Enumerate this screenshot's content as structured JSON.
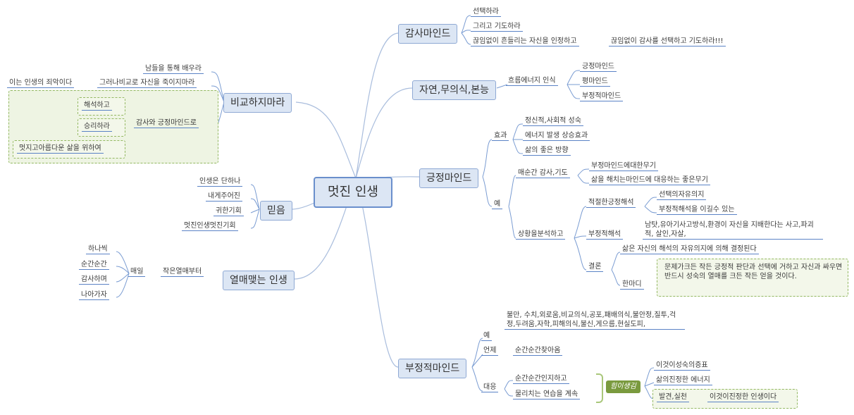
{
  "root": "멋진 인생",
  "gratitude": {
    "title": "감사마인드",
    "items": [
      "선택하라",
      "그리고 기도하라",
      "끊임없이 흔들리는 자신을 인정하고"
    ],
    "sub": "끊임없이 감사를 선택하고 기도하라!!!"
  },
  "nature": {
    "title": "자연,무의식,본능",
    "child": "흐름에너지 인식",
    "items": [
      "긍정마인드",
      "평마인드",
      "부정적마인드"
    ]
  },
  "positive": {
    "title": "긍정마인드",
    "effect": "효과",
    "effect_items": [
      "정신적,사회적 성숙",
      "에너지 발생 상승효과",
      "삶의 좋은 방향"
    ],
    "example": "예",
    "instant": "매순간 감사,기도",
    "instant_items": [
      "부정마인드에대한무기",
      "삶을 해치는마인드에 대응하는 좋은무기"
    ],
    "analyze": "상황을분석하고",
    "proper": "적절한긍정해석",
    "proper_items": [
      "선택의자유의지",
      "부정적해석을 이길수 있는"
    ],
    "negative_interp": "부정적해석",
    "negative_interp_text": "남탓,유아기사고방식,환경이 자신을 지배한다는 사고,파괴적, 살인,자살,",
    "conclusion": "결론",
    "conclusion_text": "삶은 자신의 해석의 자유의지에 의해 결정된다",
    "word": "한마디",
    "word_text": "문제가크든 작든 긍정적 판단과 선택에 거하고 자신과 싸우면 반드시 성숙의 열매를 크든 작든 얻을 것이다."
  },
  "negative": {
    "title": "부정적마인드",
    "example": "예",
    "example_text": "불만, 수치,외로움,비교의식,공포,패배의식,불안정,질투,걱정,두려움,자학,피해의식,불신,게으름,현실도피,",
    "when": "언제",
    "when_text": "순간순간찾아옴",
    "response": "대응",
    "response_items": [
      "순간순간인지하고",
      "물리치는 연습을 계속"
    ],
    "tag": "힘이생김",
    "tag_items": [
      "이것이성숙의증표",
      "삶의진정한 에너지"
    ],
    "practice": "발견,실천",
    "practice_sub": "이것이진정한 인생이다"
  },
  "compare": {
    "title": "비교하지마라",
    "learn": "남들을 통해 배우라",
    "but": "그러나비교로 자신을 죽이지마라",
    "sin": "이는 인생의 죄악이다",
    "attitude": "감사와 긍정마인드로",
    "attitude_items": [
      "해석하고",
      "승리하라",
      "멋지고아름다운 삶을 위하여"
    ]
  },
  "faith": {
    "title": "믿음",
    "items": [
      "인생은 단하나",
      "내게주어진",
      "귀한기회",
      "멋진인생멋진기회"
    ]
  },
  "fruit": {
    "title": "열매맺는 인생",
    "start": "작은열매부터",
    "daily": "매일",
    "daily_items": [
      "하나씩",
      "순간순간",
      "감사하며",
      "나아가자"
    ]
  }
}
